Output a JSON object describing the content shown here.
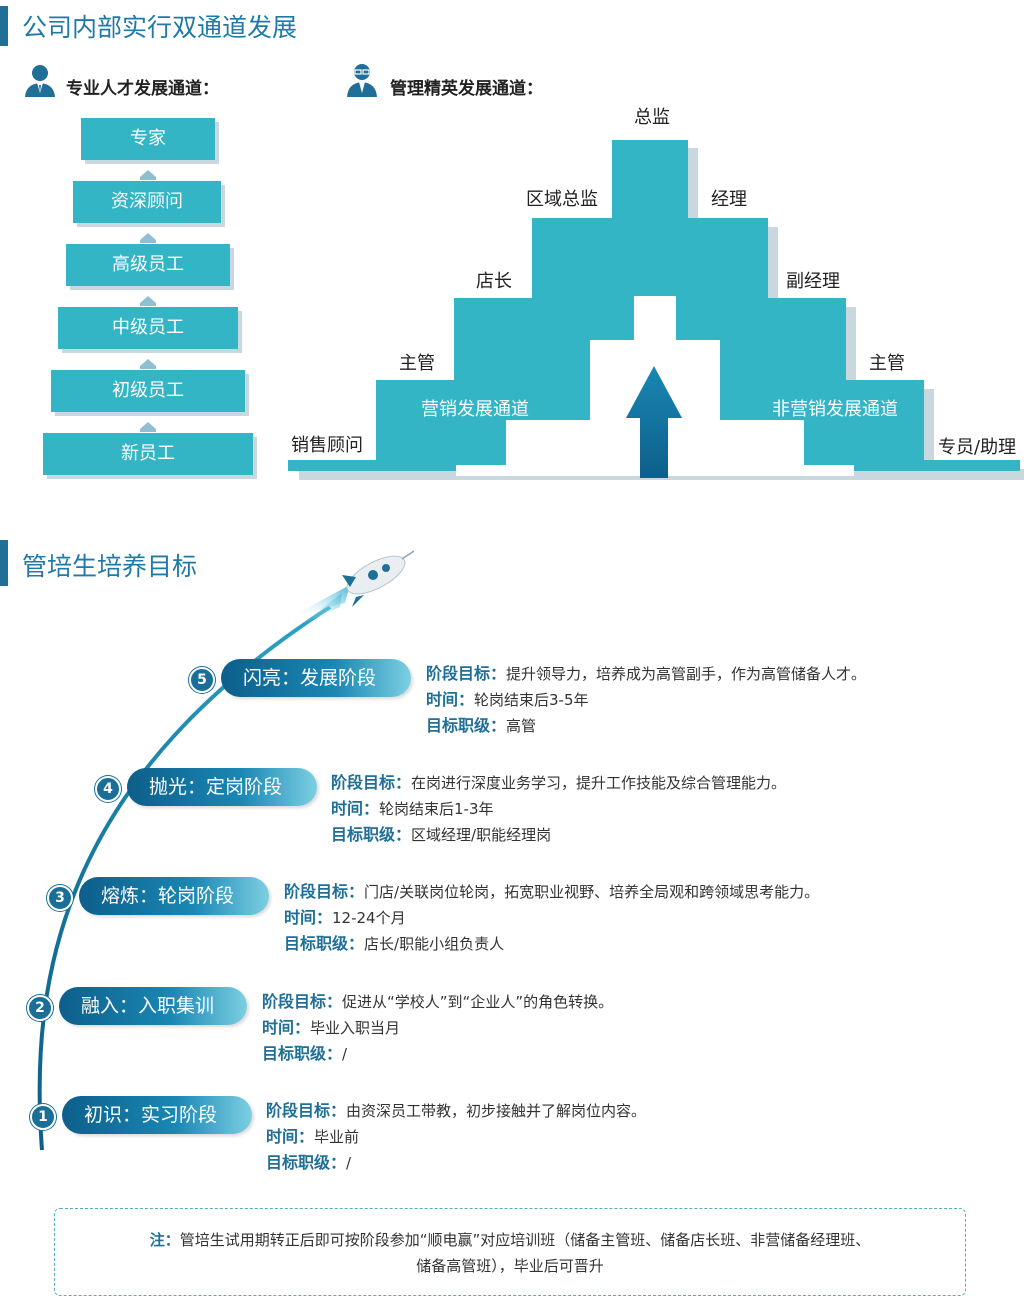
{
  "section1": {
    "title": "公司内部实行双通道发展"
  },
  "left_channel": {
    "title": "专业人才发展通道：",
    "levels": [
      "专家",
      "资深顾问",
      "高级员工",
      "中级员工",
      "初级员工",
      "新员工"
    ]
  },
  "right_channel": {
    "title": "管理精英发展通道：",
    "labels": {
      "top": "总监",
      "l3": "区域总监",
      "r3": "经理",
      "l2": "店长",
      "r2": "副经理",
      "l1": "主管",
      "r1": "主管",
      "l0": "销售顾问",
      "r0": "专员/助理"
    },
    "left_track": "营销发展通道",
    "right_track": "非营销发展通道"
  },
  "section2": {
    "title": "管培生培养目标"
  },
  "stages": [
    {
      "num": "5",
      "name": "闪亮：发展阶段",
      "goal_label": "阶段目标：",
      "goal": "提升领导力，培养成为高管副手，作为高管储备人才。",
      "time_label": "时间：",
      "time": "轮岗结束后3-5年",
      "rank_label": "目标职级：",
      "rank": "高管"
    },
    {
      "num": "4",
      "name": "抛光：定岗阶段",
      "goal_label": "阶段目标：",
      "goal": "在岗进行深度业务学习，提升工作技能及综合管理能力。",
      "time_label": "时间：",
      "time": "轮岗结束后1-3年",
      "rank_label": "目标职级：",
      "rank": "区域经理/职能经理岗"
    },
    {
      "num": "3",
      "name": "熔炼：轮岗阶段",
      "goal_label": "阶段目标：",
      "goal": "门店/关联岗位轮岗，拓宽职业视野、培养全局观和跨领域思考能力。",
      "time_label": "时间：",
      "time": "12-24个月",
      "rank_label": "目标职级：",
      "rank": "店长/职能小组负责人"
    },
    {
      "num": "2",
      "name": "融入：入职集训",
      "goal_label": "阶段目标：",
      "goal": "促进从“学校人”到“企业人”的角色转换。",
      "time_label": "时间：",
      "time": "毕业入职当月",
      "rank_label": "目标职级：",
      "rank": "/"
    },
    {
      "num": "1",
      "name": "初识：实习阶段",
      "goal_label": "阶段目标：",
      "goal": "由资深员工带教，初步接触并了解岗位内容。",
      "time_label": "时间：",
      "time": "毕业前",
      "rank_label": "目标职级：",
      "rank": "/"
    }
  ],
  "note": {
    "label": "注：",
    "line1": "管培生试用期转正后即可按阶段参加“顺电赢”对应培训班（储备主管班、储备店长班、非营储备经理班、",
    "line2": "储备高管班），毕业后可晋升"
  },
  "colors": {
    "primary": "#1f6f96",
    "teal": "#33b5c6",
    "light": "#c9d8de"
  }
}
